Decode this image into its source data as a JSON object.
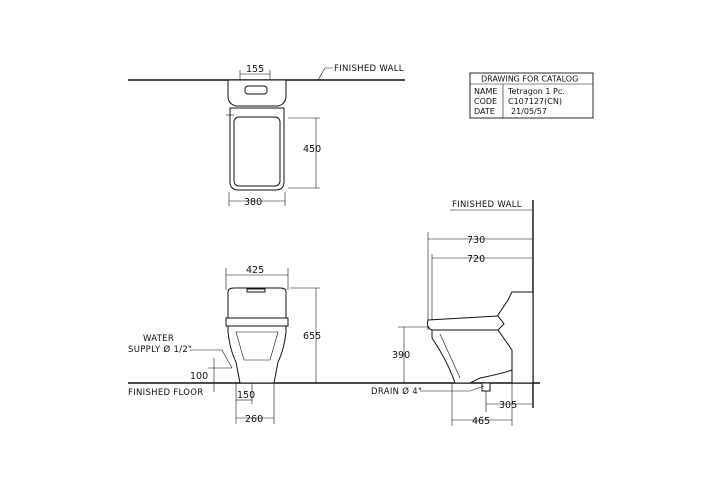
{
  "title_block": {
    "heading": "DRAWING FOR CATALOG",
    "rows": [
      {
        "key": "NAME",
        "value": "Tetragon 1 Pc."
      },
      {
        "key": "CODE",
        "value": "C107127(CN)"
      },
      {
        "key": "DATE",
        "value": "21/05/57"
      }
    ]
  },
  "labels": {
    "finished_wall_top": "FINISHED WALL",
    "finished_wall_side": "FINISHED WALL",
    "finished_floor": "FINISHED FLOOR",
    "water_supply_line1": "WATER",
    "water_supply_line2": "SUPPLY Ø 1/2\"",
    "drain": "DRAIN Ø 4\""
  },
  "dimensions": {
    "top_width": "155",
    "top_depth": "450",
    "top_overall": "380",
    "front_width": "425",
    "front_height": "655",
    "supply_height": "100",
    "base_150": "150",
    "base_260": "260",
    "side_730": "730",
    "side_720": "720",
    "seat_height": "390",
    "drain_305": "305",
    "side_465": "465"
  }
}
